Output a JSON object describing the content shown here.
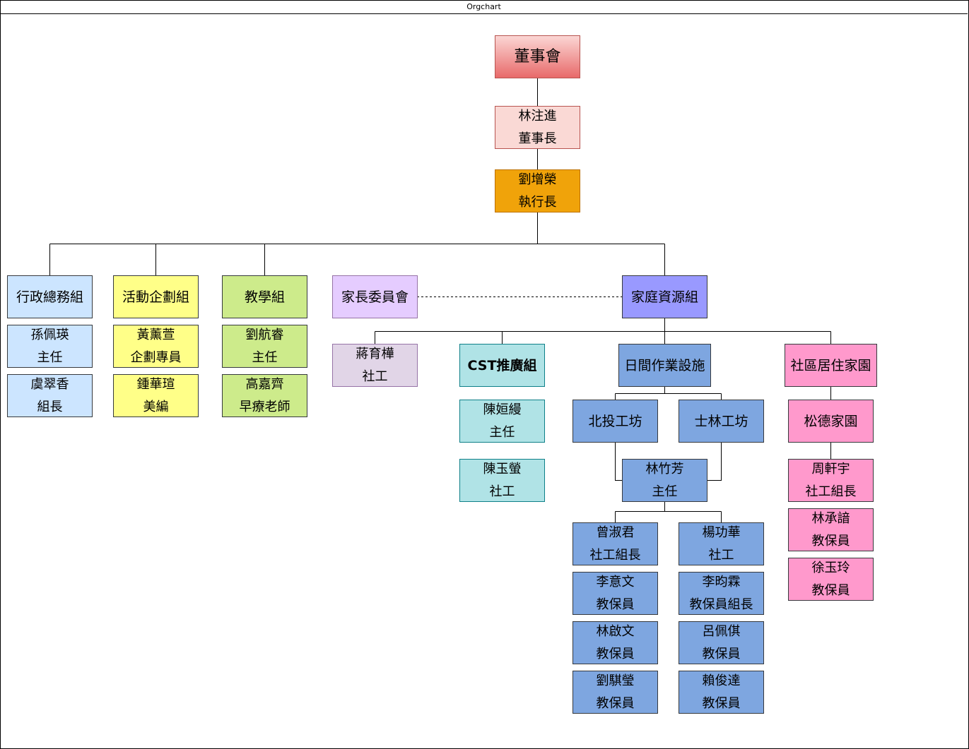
{
  "window": {
    "title": "Orgchart"
  },
  "board": {
    "name": "董事會"
  },
  "chairman": {
    "name": "林注進",
    "role": "董事長"
  },
  "ceo": {
    "name": "劉增榮",
    "role": "執行長"
  },
  "departments": {
    "admin": "行政總務組",
    "events": "活動企劃組",
    "teaching": "教學組",
    "parents": "家長委員會",
    "family": "家庭資源組"
  },
  "admin_staff": [
    {
      "name": "孫佩瑛",
      "role": "主任"
    },
    {
      "name": "虞翠香",
      "role": "組長"
    }
  ],
  "events_staff": [
    {
      "name": "黃薰萱",
      "role": "企劃專員"
    },
    {
      "name": "鍾華瑄",
      "role": "美編"
    }
  ],
  "teaching_staff": [
    {
      "name": "劉航睿",
      "role": "主任"
    },
    {
      "name": "高嘉齊",
      "role": "早療老師"
    }
  ],
  "family_units": {
    "social_worker": {
      "name": "蔣育樺",
      "role": "社工"
    },
    "cst": "CST推廣組",
    "daycare": "日間作業設施",
    "community": "社區居住家園"
  },
  "cst_staff": [
    {
      "name": "陳姮縵",
      "role": "主任"
    },
    {
      "name": "陳玉螢",
      "role": "社工"
    }
  ],
  "workshops": {
    "beitou": "北投工坊",
    "shilin": "士林工坊"
  },
  "daycare_head": {
    "name": "林竹芳",
    "role": "主任"
  },
  "daycare_left": [
    {
      "name": "曾淑君",
      "role": "社工組長"
    },
    {
      "name": "李意文",
      "role": "教保員"
    },
    {
      "name": "林啟文",
      "role": "教保員"
    },
    {
      "name": "劉騏瑩",
      "role": "教保員"
    }
  ],
  "daycare_right": [
    {
      "name": "楊功華",
      "role": "社工"
    },
    {
      "name": "李昀霖",
      "role": "教保員組長"
    },
    {
      "name": "呂佩倛",
      "role": "教保員"
    },
    {
      "name": "賴俊達",
      "role": "教保員"
    }
  ],
  "community_home": "松德家園",
  "community_staff": [
    {
      "name": "周軒宇",
      "role": "社工組長"
    },
    {
      "name": "林承諳",
      "role": "教保員"
    },
    {
      "name": "徐玉玲",
      "role": "教保員"
    }
  ]
}
